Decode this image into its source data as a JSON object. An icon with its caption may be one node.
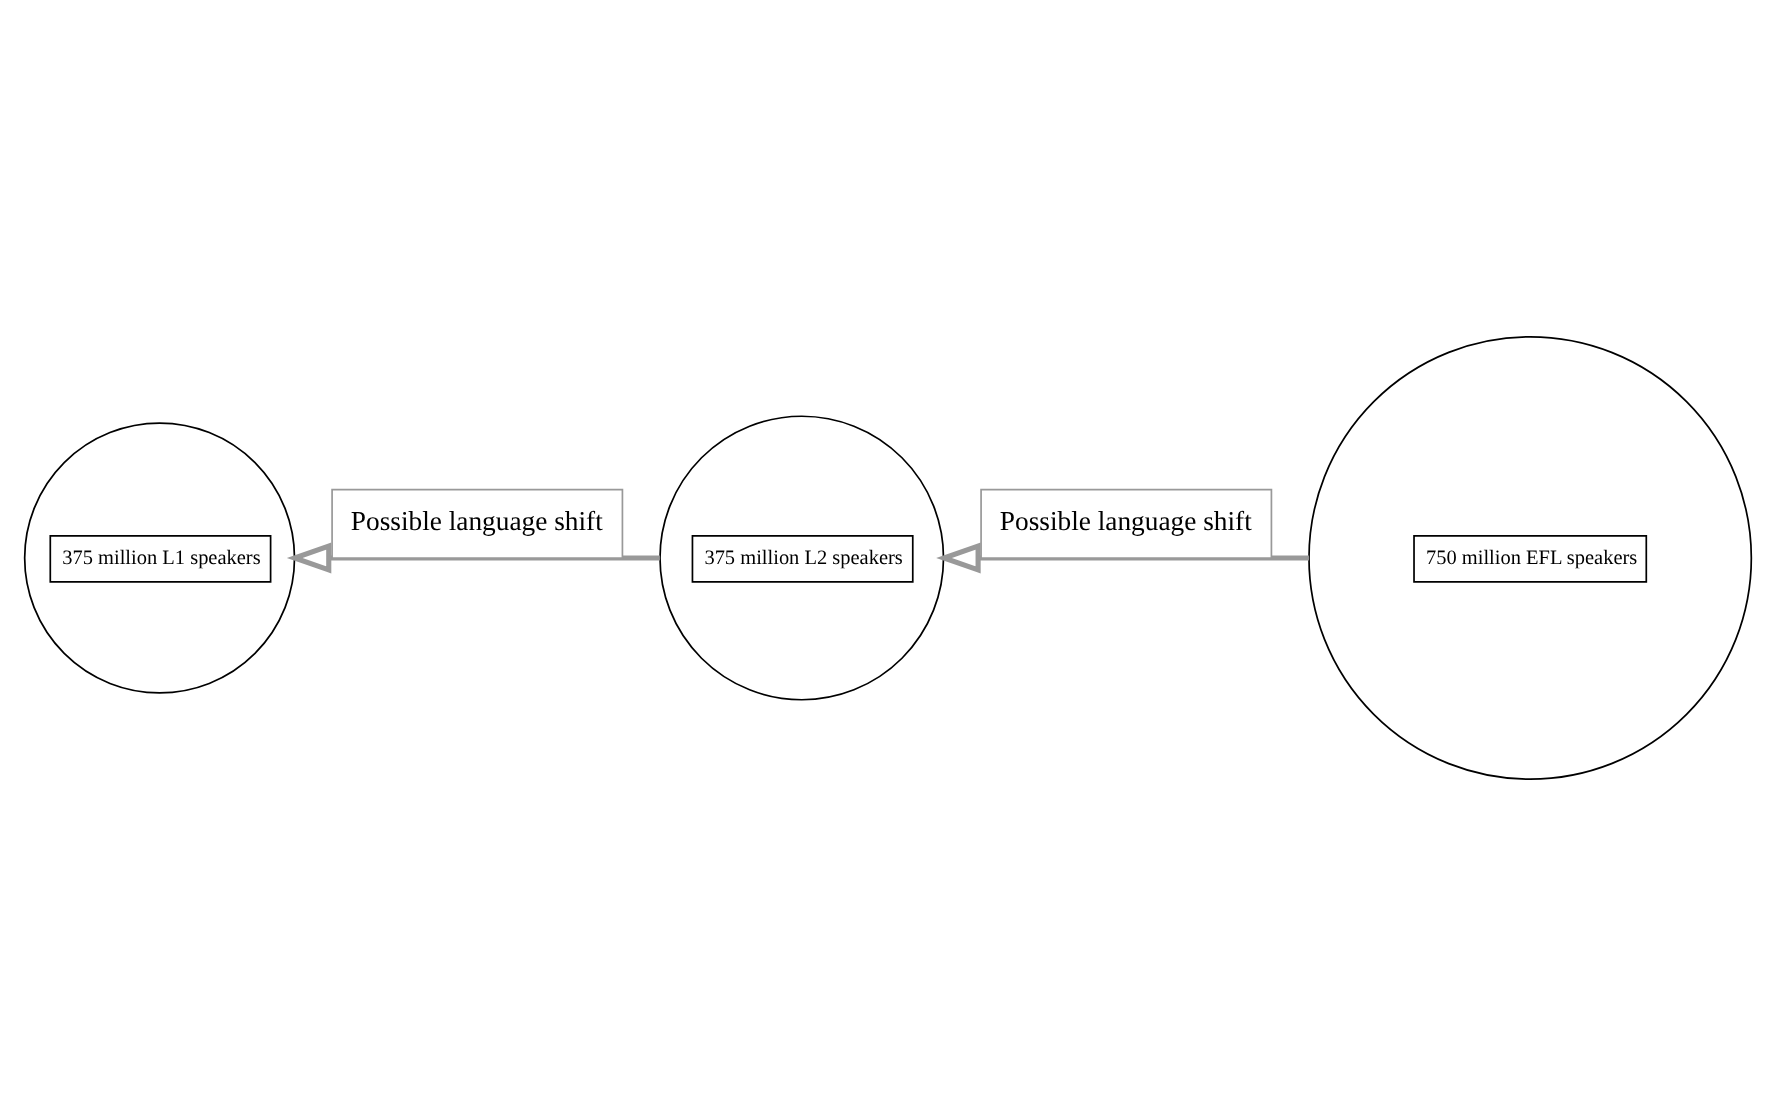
{
  "diagram": {
    "nodes": [
      {
        "text": [
          "375 million L1 speakers"
        ]
      },
      {
        "text": [
          "375 million L2 speakers"
        ]
      },
      {
        "text": [
          "750 million EFL speakers"
        ]
      }
    ],
    "edges": [
      {
        "from": 1,
        "to": 0,
        "arrow": "to",
        "label": "Possible language shift"
      },
      {
        "from": 2,
        "to": 1,
        "arrow": "to",
        "label": "Possible language shift"
      }
    ]
  }
}
